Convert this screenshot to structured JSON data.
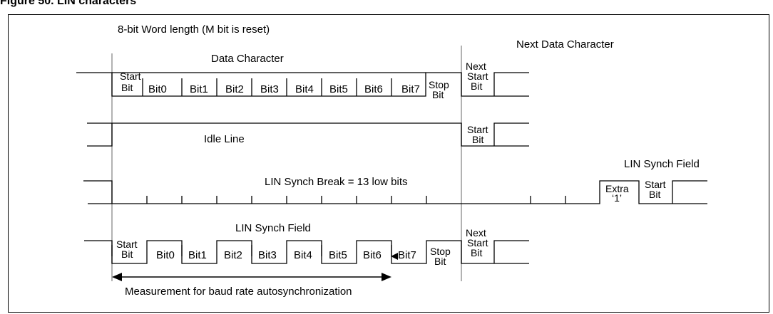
{
  "figure_title": "Figure 50.  LIN characters",
  "header_label": "8-bit Word length (M bit is reset)",
  "next_data_character": "Next Data Character",
  "row1": {
    "title": "Data Character",
    "start_bit": [
      "Start",
      "Bit"
    ],
    "bits": [
      "Bit0",
      "Bit1",
      "Bit2",
      "Bit3",
      "Bit4",
      "Bit5",
      "Bit6",
      "Bit7"
    ],
    "stop_bit": [
      "Stop",
      "Bit"
    ],
    "next_start_bit": [
      "Next",
      "Start",
      "Bit"
    ]
  },
  "row2": {
    "title": "Idle Line",
    "start_bit": [
      "Start",
      "Bit"
    ]
  },
  "row3": {
    "title": "LIN Synch Break = 13 low bits",
    "synch_field": "LIN Synch Field",
    "extra": [
      "Extra",
      "‘1’"
    ],
    "start_bit": [
      "Start",
      "Bit"
    ]
  },
  "row4": {
    "title": "LIN Synch Field",
    "start_bit": [
      "Start",
      "Bit"
    ],
    "bits": [
      "Bit0",
      "Bit1",
      "Bit2",
      "Bit3",
      "Bit4",
      "Bit5",
      "Bit6",
      "Bit7"
    ],
    "stop_bit": [
      "Stop",
      "Bit"
    ],
    "next_start_bit": [
      "Next",
      "Start",
      "Bit"
    ]
  },
  "measurement_label": "Measurement for baud rate autosynchronization"
}
